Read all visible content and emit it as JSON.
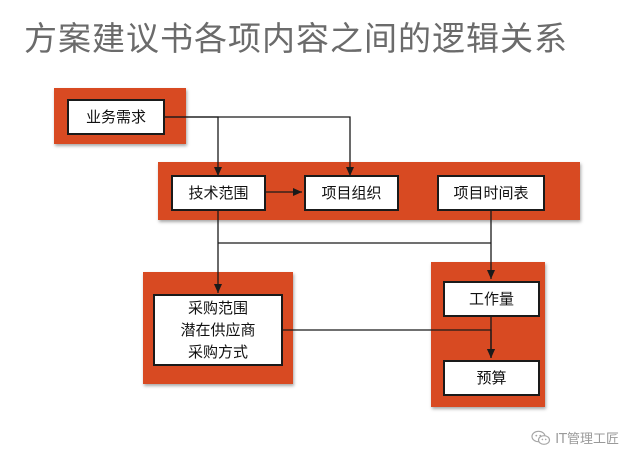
{
  "title": "方案建议书各项内容之间的逻辑关系",
  "nodes": {
    "business": "业务需求",
    "tech_scope": "技术范围",
    "project_org": "项目组织",
    "schedule": "项目时间表",
    "procurement": [
      "采购范围",
      "潜在供应商",
      "采购方式"
    ],
    "workload": "工作量",
    "budget": "预算"
  },
  "colors": {
    "panel": "#d84a22",
    "line": "#1a1a1a",
    "title": "#6b6b6b"
  },
  "watermark": {
    "icon": "wechat-icon",
    "text": "IT管理工匠"
  }
}
